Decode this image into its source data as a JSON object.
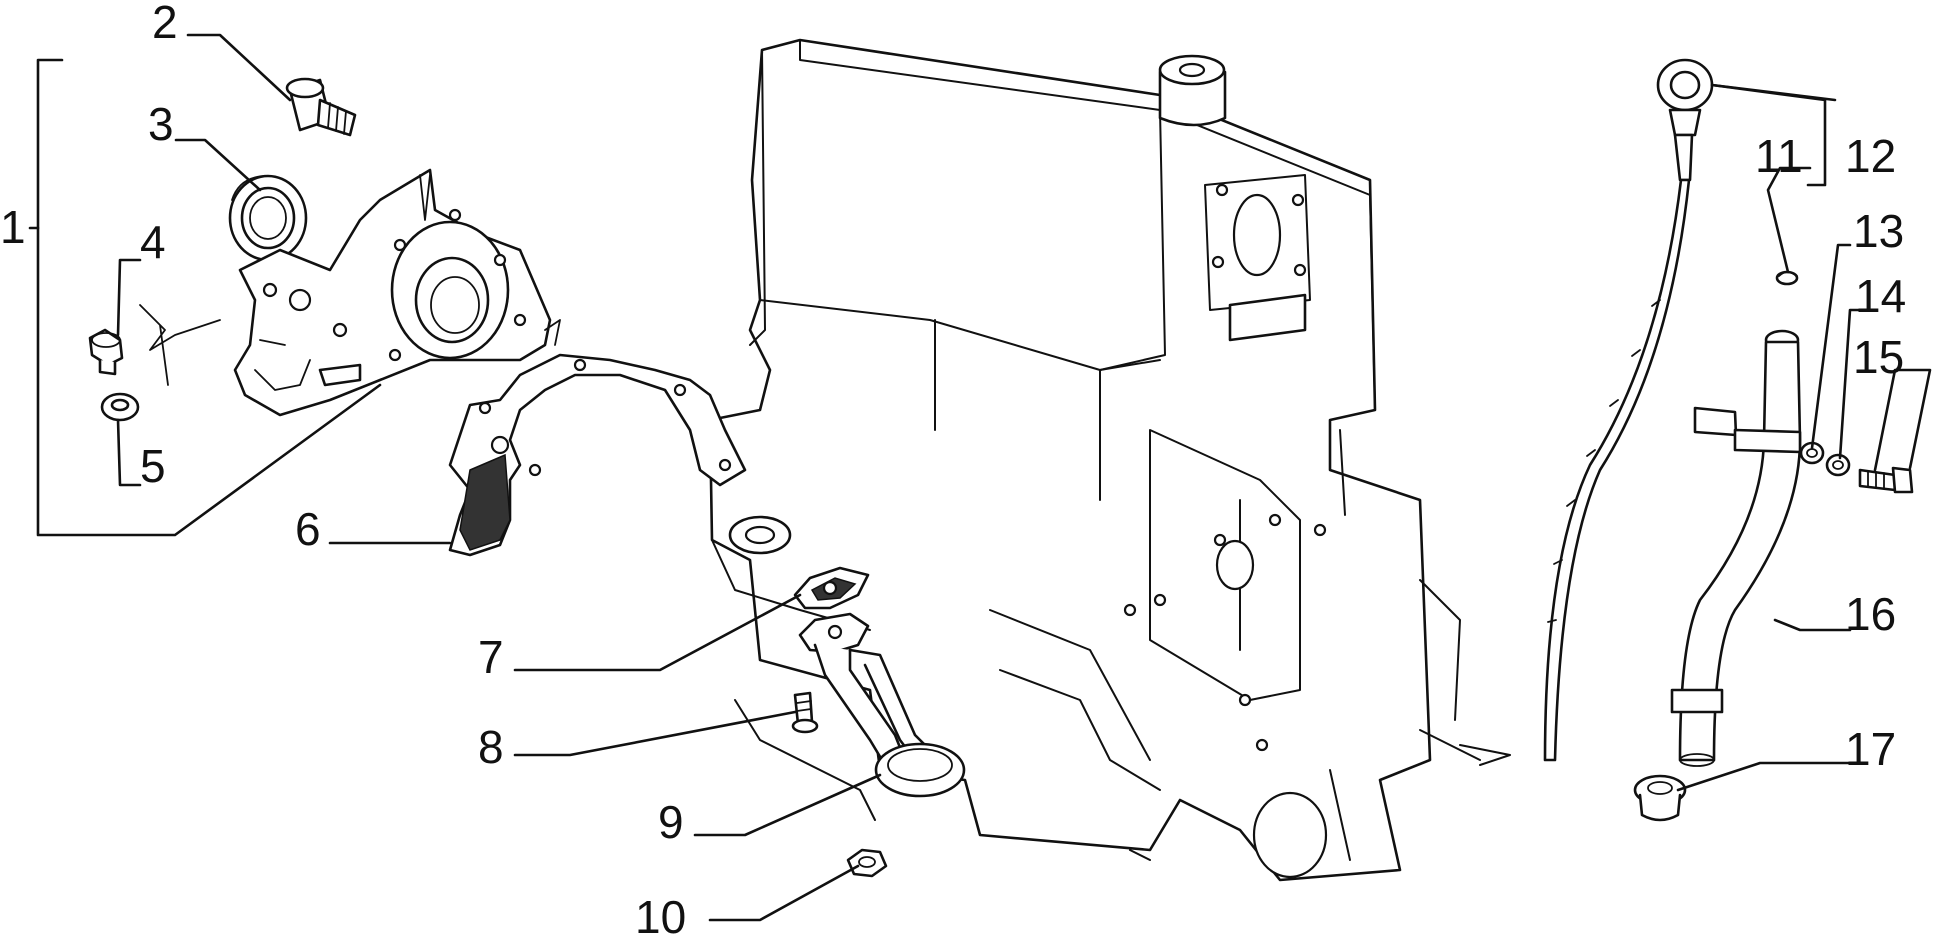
{
  "callouts": [
    "1",
    "2",
    "3",
    "4",
    "5",
    "6",
    "7",
    "8",
    "9",
    "10",
    "11",
    "12",
    "13",
    "14",
    "15",
    "16",
    "17"
  ],
  "colors": {
    "line": "#111111",
    "background": "#ffffff"
  }
}
